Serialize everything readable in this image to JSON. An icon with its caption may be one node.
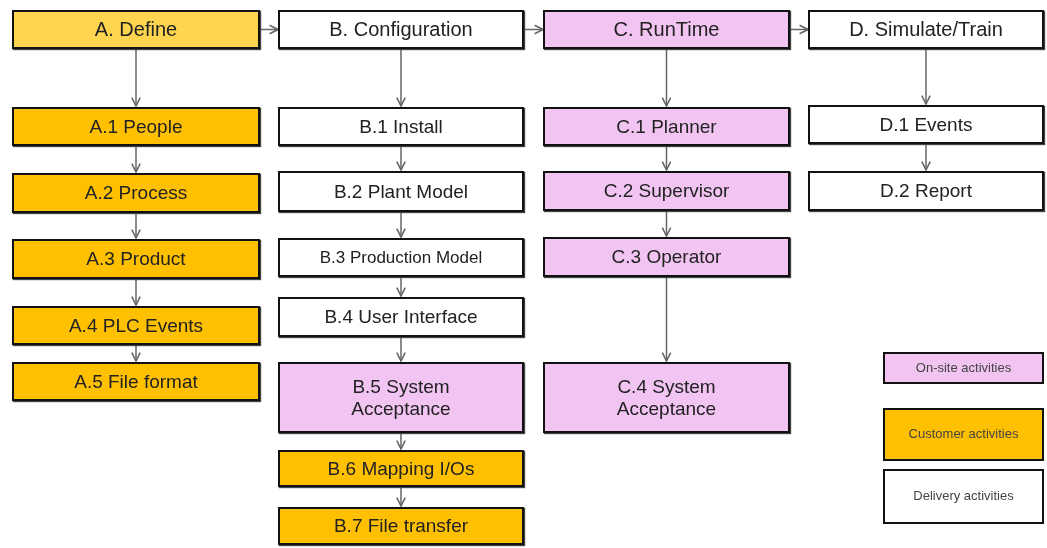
{
  "diagram": {
    "nodes": [
      {
        "text": [
          "A. Define"
        ]
      },
      {
        "text": [
          "B. Configuration"
        ]
      },
      {
        "text": [
          "C. RunTime"
        ]
      },
      {
        "text": [
          "D. Simulate/Train"
        ]
      },
      {
        "text": [
          "A.1 People"
        ]
      },
      {
        "text": [
          "A.2 Process"
        ]
      },
      {
        "text": [
          "A.3 Product"
        ]
      },
      {
        "text": [
          "A.4 PLC Events"
        ]
      },
      {
        "text": [
          "A.5 File format"
        ]
      },
      {
        "text": [
          "B.1 Install"
        ]
      },
      {
        "text": [
          "B.2 Plant Model"
        ]
      },
      {
        "text": [
          "B.3 Production Model"
        ]
      },
      {
        "text": [
          "B.4 User Interface"
        ]
      },
      {
        "text": [
          "B.5 System Acceptance"
        ]
      },
      {
        "text": [
          "B.6 Mapping I/Os"
        ]
      },
      {
        "text": [
          "B.7 File transfer"
        ]
      },
      {
        "text": [
          "C.1 Planner"
        ]
      },
      {
        "text": [
          "C.2 Supervisor"
        ]
      },
      {
        "text": [
          "C.3 Operator"
        ]
      },
      {
        "text": [
          "C.4 System Acceptance"
        ]
      },
      {
        "text": [
          "D.1 Events"
        ]
      },
      {
        "text": [
          "D.2 Report"
        ]
      }
    ],
    "edges": [
      {
        "from": 0,
        "to": 1,
        "arrow": "to"
      },
      {
        "from": 1,
        "to": 2,
        "arrow": "to"
      },
      {
        "from": 2,
        "to": 3,
        "arrow": "to"
      },
      {
        "from": 0,
        "to": 4,
        "arrow": "to"
      },
      {
        "from": 4,
        "to": 5,
        "arrow": "to"
      },
      {
        "from": 5,
        "to": 6,
        "arrow": "to"
      },
      {
        "from": 6,
        "to": 7,
        "arrow": "to"
      },
      {
        "from": 7,
        "to": 8,
        "arrow": "to"
      },
      {
        "from": 1,
        "to": 9,
        "arrow": "to"
      },
      {
        "from": 9,
        "to": 10,
        "arrow": "to"
      },
      {
        "from": 10,
        "to": 11,
        "arrow": "to"
      },
      {
        "from": 11,
        "to": 12,
        "arrow": "to"
      },
      {
        "from": 12,
        "to": 13,
        "arrow": "to"
      },
      {
        "from": 13,
        "to": 14,
        "arrow": "to"
      },
      {
        "from": 14,
        "to": 15,
        "arrow": "to"
      },
      {
        "from": 2,
        "to": 16,
        "arrow": "to"
      },
      {
        "from": 16,
        "to": 17,
        "arrow": "to"
      },
      {
        "from": 17,
        "to": 18,
        "arrow": "to"
      },
      {
        "from": 18,
        "to": 19,
        "arrow": "to"
      },
      {
        "from": 3,
        "to": 20,
        "arrow": "to"
      },
      {
        "from": 20,
        "to": 21,
        "arrow": "to"
      }
    ],
    "legend": [
      {
        "text": "On-site activities",
        "color": "#f2c4f2"
      },
      {
        "text": "Customer activities",
        "color": "#ffc000"
      },
      {
        "text": "Delivery activities",
        "color": "#ffffff"
      }
    ]
  }
}
